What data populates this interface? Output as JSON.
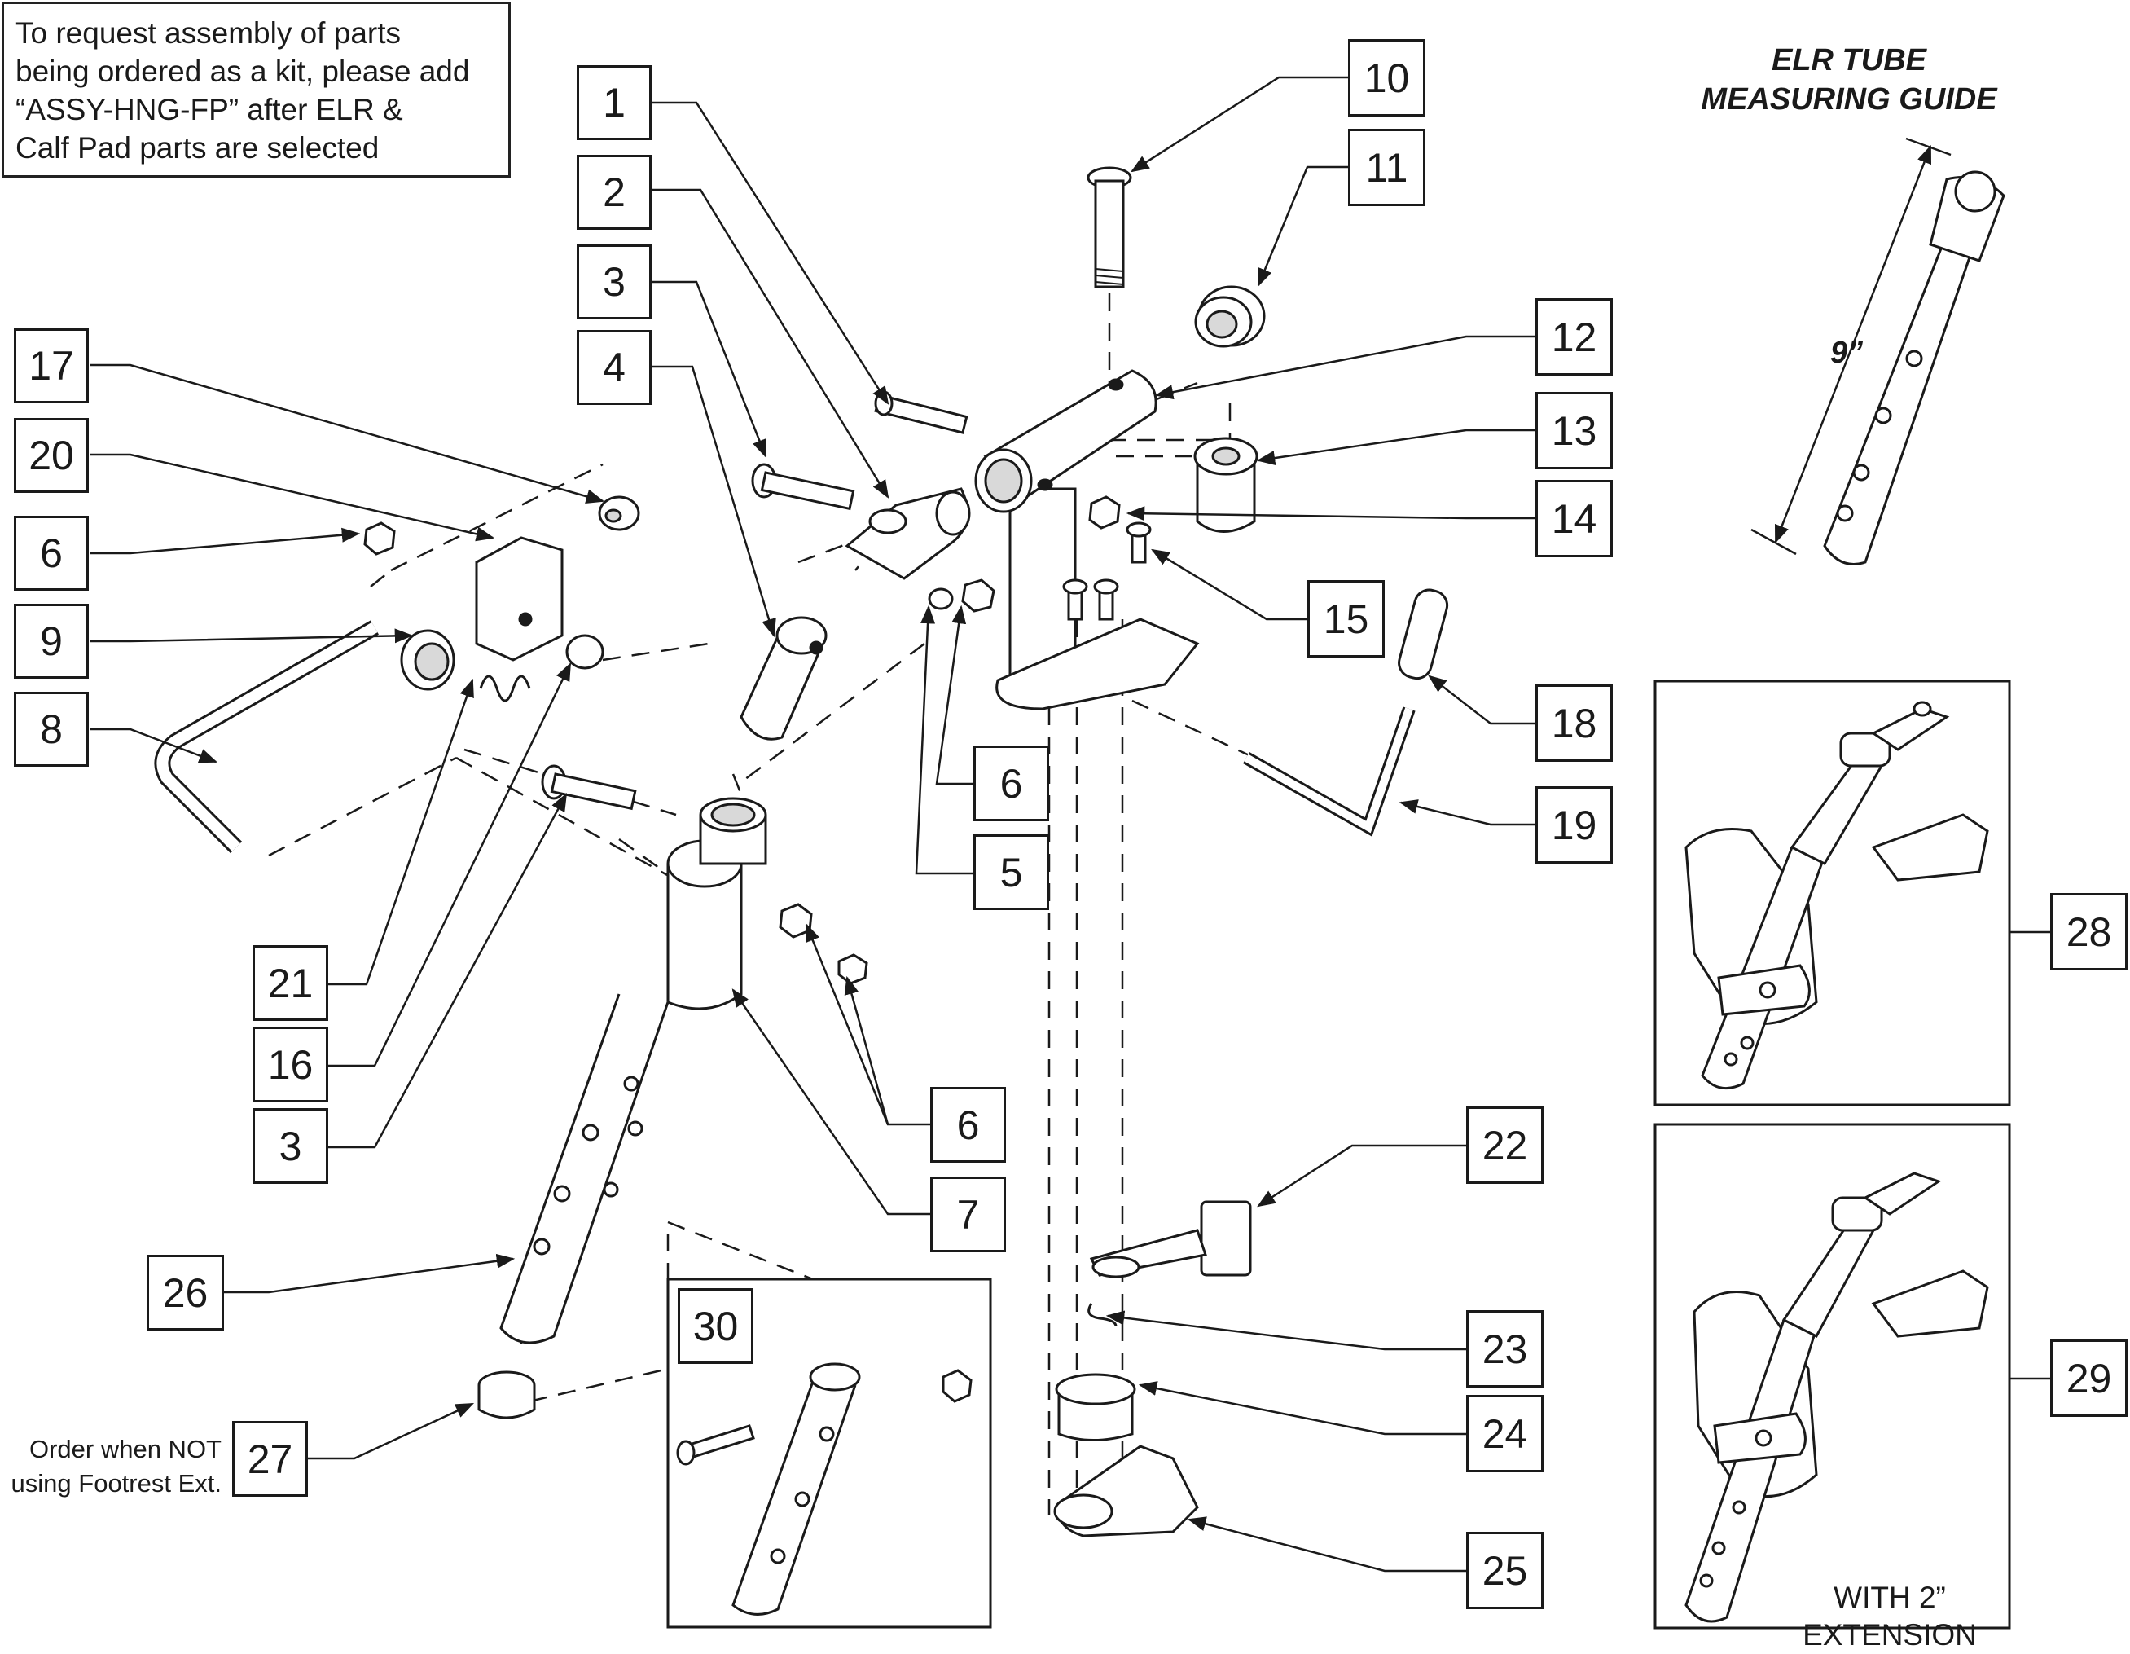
{
  "note": {
    "lines": [
      "To request assembly of parts",
      "being ordered as a kit, please add",
      "“ASSY-HNG-FP” after ELR &",
      "Calf Pad parts are selected"
    ]
  },
  "measuring_guide": {
    "title_line1": "ELR TUBE",
    "title_line2": "MEASURING GUIDE",
    "dimension": "9”"
  },
  "callouts": [
    "1",
    "2",
    "3",
    "4",
    "17",
    "20",
    "6",
    "9",
    "8",
    "10",
    "11",
    "12",
    "13",
    "14",
    "15",
    "18",
    "19",
    "6",
    "5",
    "21",
    "16",
    "3",
    "6",
    "7",
    "26",
    "30",
    "27",
    "22",
    "23",
    "24",
    "25",
    "28",
    "29"
  ],
  "order_note": {
    "line1": "Order when NOT",
    "line2": "using Footrest Ext."
  },
  "extension_caption": {
    "line1": "WITH 2”",
    "line2": "EXTENSION"
  },
  "colors": {
    "line": "#1a1a1a",
    "fill": "#ffffff",
    "shade": "#d9d9d9"
  }
}
